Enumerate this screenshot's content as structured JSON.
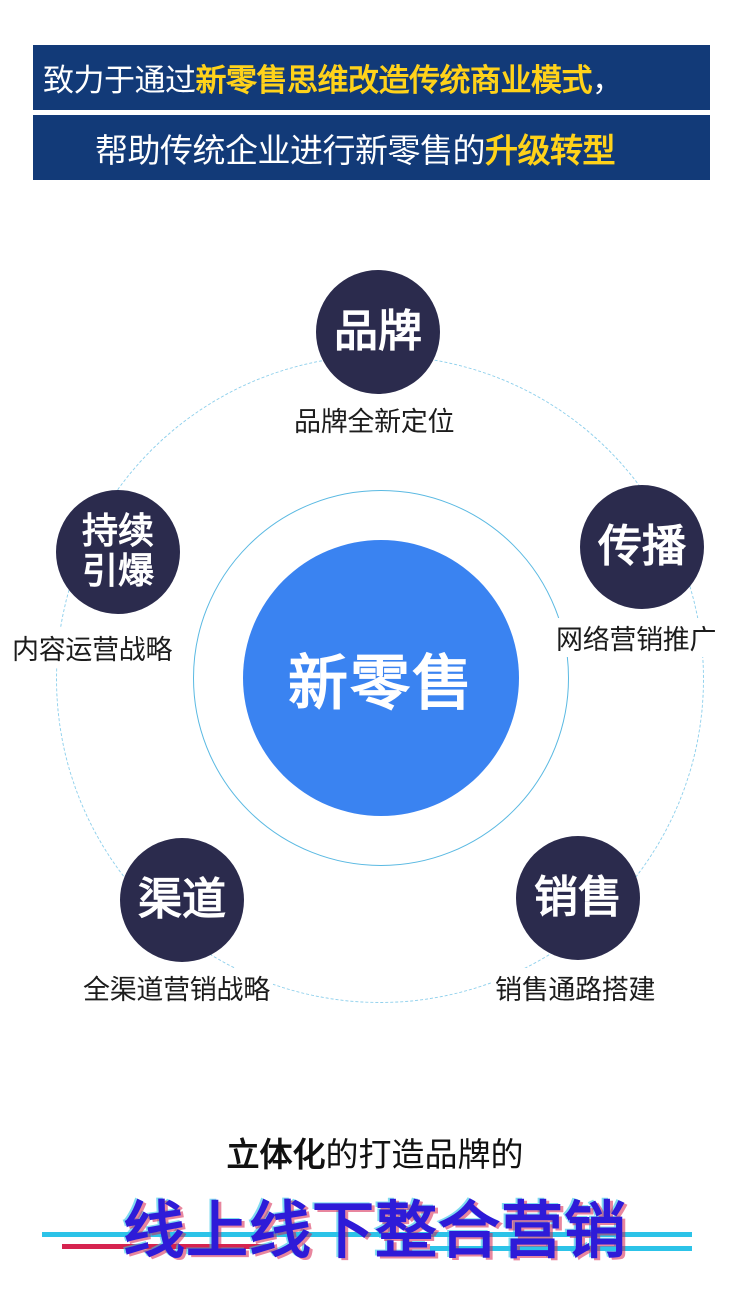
{
  "banner": {
    "line1_prefix": "致力于通过",
    "line1_highlight": "新零售思维改造传统商业模式",
    "line1_suffix": "，",
    "line2_prefix": "帮助传统企业进行新零售的",
    "line2_highlight": "升级转型"
  },
  "diagram": {
    "center": "新零售",
    "nodes": [
      {
        "id": "brand",
        "title": "品牌",
        "label": "品牌全新定位"
      },
      {
        "id": "spread",
        "title": "传播",
        "label": "网络营销推广"
      },
      {
        "id": "sales",
        "title": "销售",
        "label": "销售通路搭建"
      },
      {
        "id": "channel",
        "title": "渠道",
        "label": "全渠道营销战略"
      },
      {
        "id": "continuous",
        "title_line1": "持续",
        "title_line2": "引爆",
        "label": "内容运营战略"
      }
    ]
  },
  "slogan": {
    "emphasis": "立体化",
    "rest": "的打造品牌的",
    "main": "线上线下整合营销"
  },
  "colors": {
    "banner_bg": "#123a78",
    "highlight": "#ffd21a",
    "core": "#3a83f1",
    "node": "#2b2b4d",
    "slogan_main": "#2e1bd8"
  }
}
